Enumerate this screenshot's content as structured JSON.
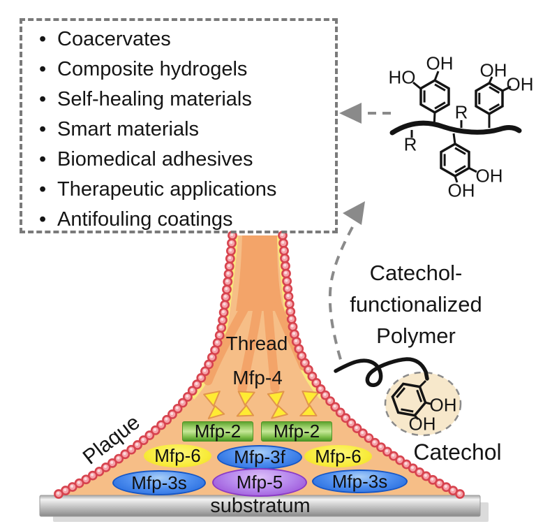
{
  "applications_box": {
    "bullet": "•",
    "items": [
      "Coacervates",
      "Composite hydrogels",
      "Self-healing materials",
      "Smart materials",
      "Biomedical adhesives",
      "Therapeutic applications",
      "Antifouling coatings"
    ]
  },
  "polymer_structure": {
    "atom_labels": [
      "OH",
      "HO",
      "OH",
      "OH",
      "R",
      "R",
      "OH",
      "OH"
    ],
    "caption_lines": [
      "Catechol-",
      "functionalized",
      "Polymer"
    ]
  },
  "catechol": {
    "label": "Catechol",
    "atom_labels": [
      "OH",
      "OH"
    ]
  },
  "mussel": {
    "thread_label": "Thread",
    "thread_protein_label": "Mfp-4",
    "plaque_label": "Plaque",
    "substratum_label": "substratum",
    "proteins": [
      {
        "label": "Mfp-2"
      },
      {
        "label": "Mfp-2"
      },
      {
        "label": "Mfp-6"
      },
      {
        "label": "Mfp-3f"
      },
      {
        "label": "Mfp-6"
      },
      {
        "label": "Mfp-3s"
      },
      {
        "label": "Mfp-5"
      },
      {
        "label": "Mfp-3s"
      }
    ]
  },
  "colors": {
    "plaque_fill": "#f6be87",
    "thread_streak": "#f3a469",
    "thread_band": "#f9e87d",
    "bead_ring": "#d7434e",
    "bead_fill": "#f5a2a9",
    "bead_core": "#fbdcde",
    "bowtie_yellow": "#ffeb33",
    "bowtie_outline": "#e1954c",
    "mfp2_green": "#7fc04b",
    "mfp6_yellow": "#f8ec3b",
    "mfp3_blue": "#2f7be8",
    "mfp5_purple": "#a85cdb",
    "substratum_gray": "#b9b9b9",
    "connector_gray": "#8a8a8a",
    "catechol_circle_fill": "#f7e8cb"
  }
}
